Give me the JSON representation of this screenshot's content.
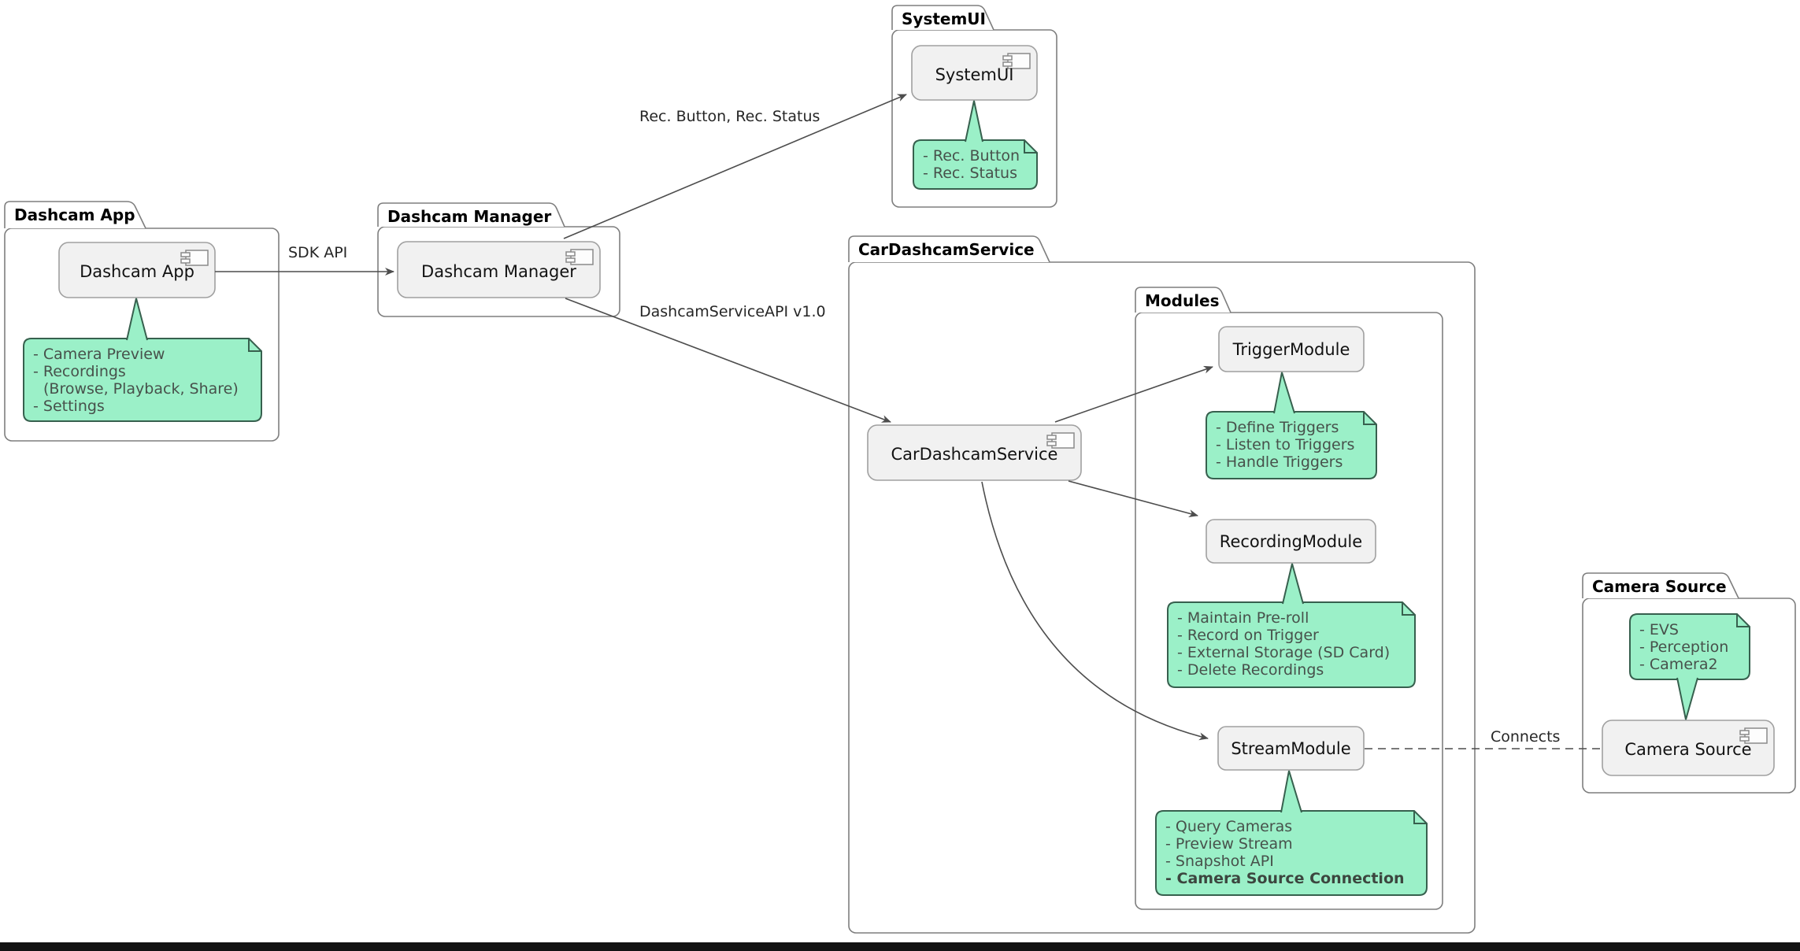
{
  "colors": {
    "note_fill": "#9bf0c8",
    "note_border": "#37604e",
    "component_fill": "#f1f1f1",
    "package_border": "#7e7e7e",
    "arrow": "#4d4d4d"
  },
  "packages": {
    "dashcam_app": {
      "title": "Dashcam App"
    },
    "dashcam_manager": {
      "title": "Dashcam Manager"
    },
    "system_ui": {
      "title": "SystemUI"
    },
    "car_dashcam_service": {
      "title": "CarDashcamService"
    },
    "modules": {
      "title": "Modules"
    },
    "camera_source": {
      "title": "Camera Source"
    }
  },
  "components": {
    "dashcam_app": "Dashcam App",
    "dashcam_manager": "Dashcam Manager",
    "system_ui": "SystemUI",
    "car_dashcam_service": "CarDashcamService",
    "trigger_module": "TriggerModule",
    "recording_module": "RecordingModule",
    "stream_module": "StreamModule",
    "camera_source": "Camera Source"
  },
  "notes": {
    "app_features": {
      "lines": [
        "- Camera Preview",
        "- Recordings",
        "(Browse, Playback, Share)",
        "- Settings"
      ]
    },
    "system_ui_features": {
      "lines": [
        "- Rec. Button",
        "- Rec. Status"
      ]
    },
    "trigger_features": {
      "lines": [
        "- Define Triggers",
        "- Listen to Triggers",
        "- Handle Triggers"
      ]
    },
    "recording_features": {
      "lines": [
        "- Maintain Pre-roll",
        "- Record on Trigger",
        "- External Storage (SD Card)",
        "- Delete Recordings"
      ]
    },
    "stream_features": {
      "lines": [
        "- Query Cameras",
        "- Preview Stream",
        "- Snapshot API",
        "- Camera Source Connection"
      ]
    },
    "camera_sources": {
      "lines": [
        "- EVS",
        "- Perception",
        "- Camera2"
      ]
    }
  },
  "edges": {
    "sdk_api": "SDK API",
    "rec_button_status": "Rec. Button, Rec. Status",
    "dashcam_service_api": "DashcamServiceAPI v1.0",
    "connects": "Connects"
  }
}
